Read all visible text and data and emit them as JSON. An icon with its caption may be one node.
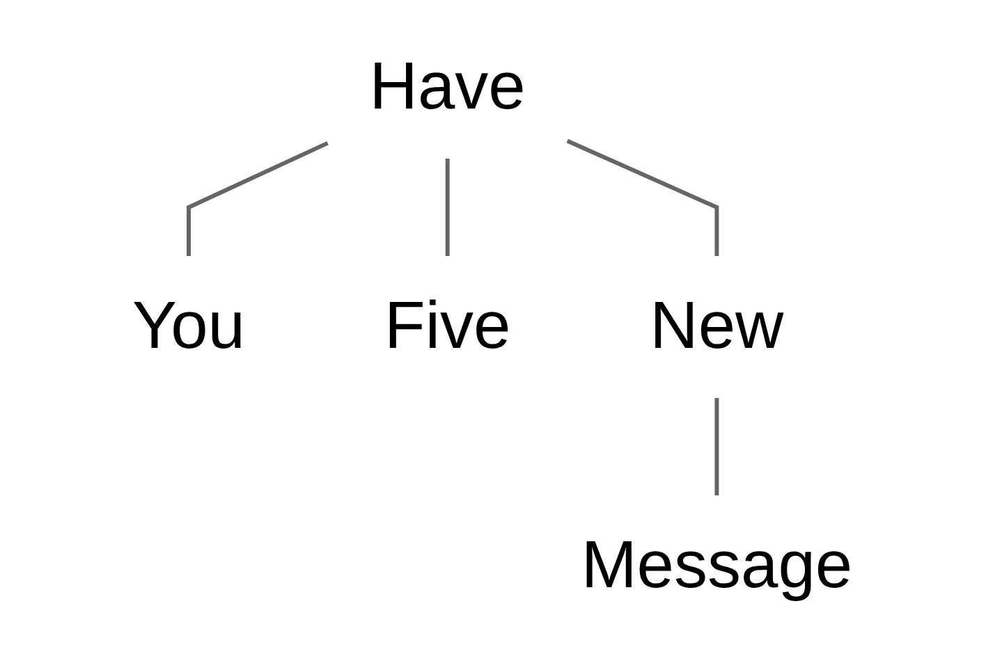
{
  "diagram": {
    "nodes": [
      {
        "text": [
          "Have"
        ]
      },
      {
        "text": [
          "You"
        ]
      },
      {
        "text": [
          "Five"
        ]
      },
      {
        "text": [
          "New"
        ]
      },
      {
        "text": [
          "Message"
        ]
      }
    ],
    "edges": [
      {
        "from": 0,
        "to": 1,
        "arrow": "none"
      },
      {
        "from": 0,
        "to": 2,
        "arrow": "none"
      },
      {
        "from": 0,
        "to": 3,
        "arrow": "none"
      },
      {
        "from": 3,
        "to": 4,
        "arrow": "none"
      }
    ]
  }
}
